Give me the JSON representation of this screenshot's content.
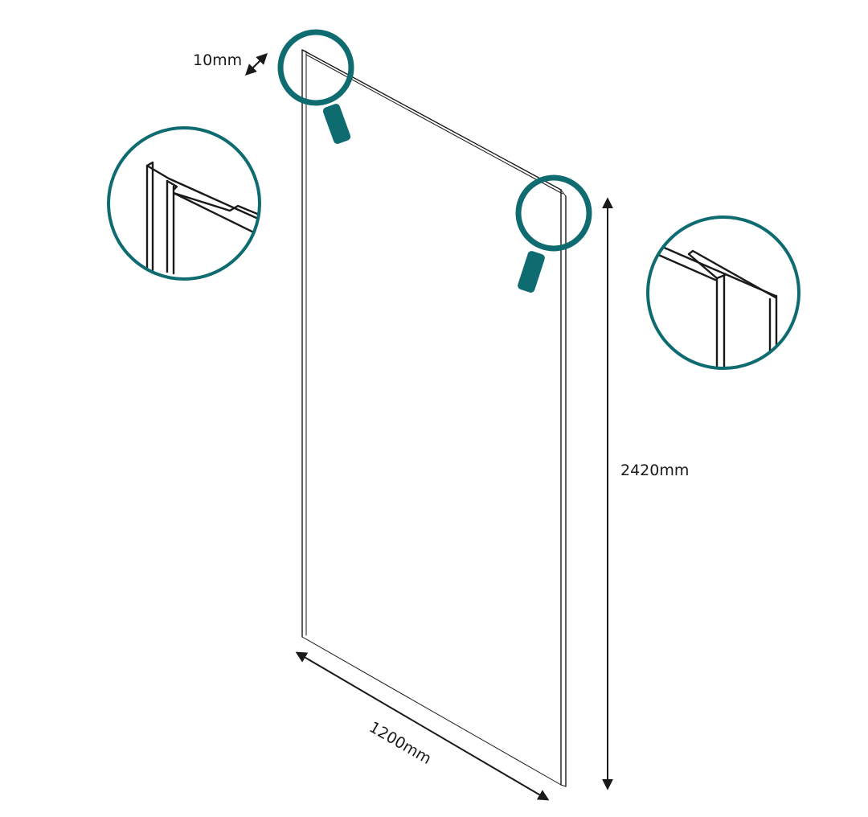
{
  "dimensions": {
    "thickness": "10mm",
    "width": "1200mm",
    "height": "2420mm"
  },
  "colors": {
    "accent": "#0e6b70",
    "line": "#1a1a1a",
    "background": "#ffffff"
  },
  "icons": {
    "top_left_magnifier": "magnifier-icon",
    "top_right_magnifier": "magnifier-icon"
  }
}
